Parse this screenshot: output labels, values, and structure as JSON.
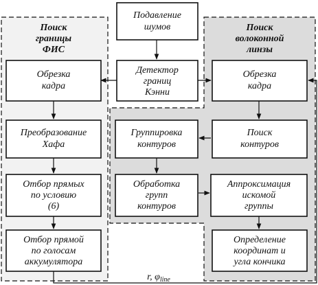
{
  "groups": {
    "left": [
      "Поиск",
      "границы",
      "ФИС"
    ],
    "right": [
      "Поиск",
      "волоконной",
      "линзы"
    ]
  },
  "nodes": {
    "noise": [
      "Подавление",
      "шумов"
    ],
    "canny": [
      "Детектор",
      "границ",
      "Кэнни"
    ],
    "crop_left": [
      "Обрезка",
      "кадра"
    ],
    "hough": [
      "Преобразование",
      "Хафа"
    ],
    "select_lines": [
      "Отбор прямых",
      "по условию",
      "(6)"
    ],
    "select_line": [
      "Отбор прямой",
      "по голосам",
      "аккумулятора"
    ],
    "crop_right": [
      "Обрезка",
      "кадра"
    ],
    "find_contours": [
      "Поиск",
      "контуров"
    ],
    "group_contours": [
      "Группировка",
      "контуров"
    ],
    "process_groups": [
      "Обработка",
      "групп",
      "контуров"
    ],
    "approx": [
      "Аппроксимация",
      "искомой",
      "группы"
    ],
    "define": [
      "Определение",
      "координат и",
      "угла кончика"
    ]
  },
  "output_label": {
    "main": "r, φ",
    "subscript": "line"
  },
  "colors": {
    "group_fill_left": "#f2f2f2",
    "group_fill_right": "#dcdcdc",
    "stroke": "#111111",
    "box_fill": "#ffffff"
  }
}
